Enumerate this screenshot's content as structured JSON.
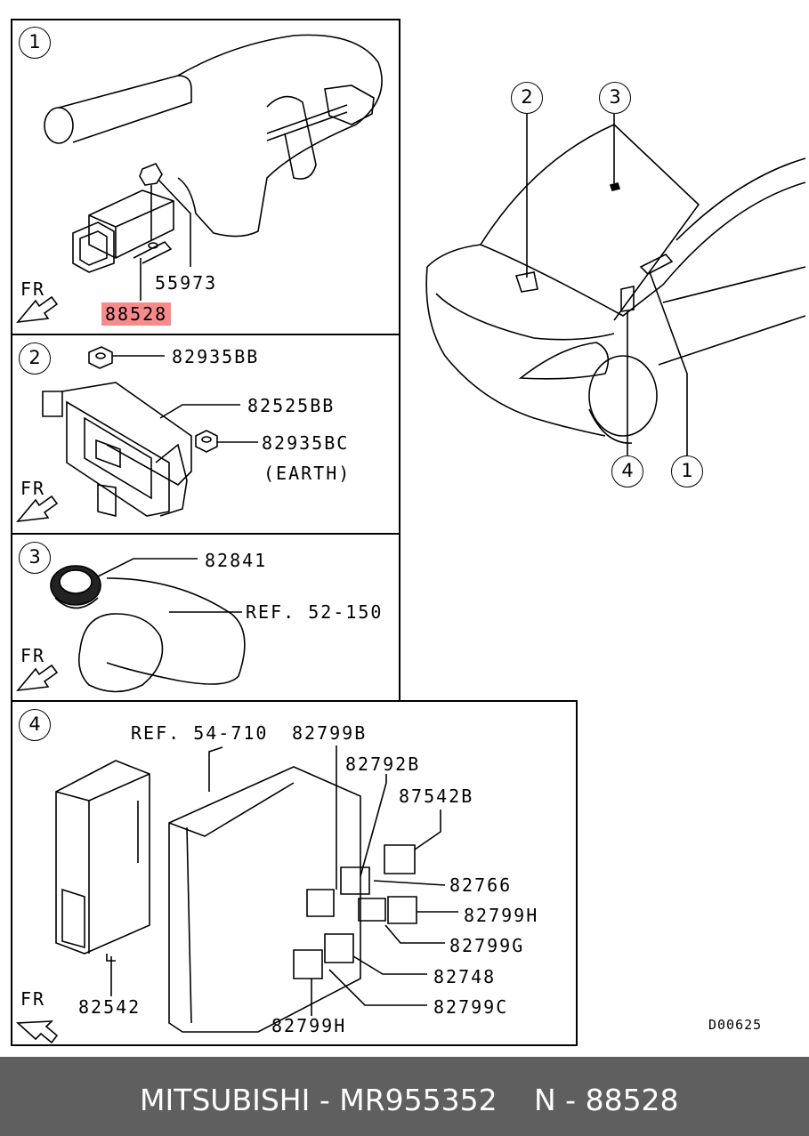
{
  "panels": [
    {
      "number": "1",
      "fr": "FR",
      "labels": [
        "55973",
        "88528"
      ]
    },
    {
      "number": "2",
      "fr": "FR",
      "labels": [
        "82935BB",
        "82525BB",
        "82935BC",
        "(EARTH)"
      ]
    },
    {
      "number": "3",
      "fr": "FR",
      "labels": [
        "82841",
        "REF. 52-150"
      ]
    },
    {
      "number": "4",
      "fr": "FR",
      "labels": [
        "REF. 54-710",
        "82799B",
        "82792B",
        "87542B",
        "82766",
        "82799H",
        "82799G",
        "82748",
        "82799C",
        "82799H",
        "82542"
      ]
    }
  ],
  "overview_callouts": [
    "2",
    "3",
    "4",
    "1"
  ],
  "diagram_code": "D00625",
  "highlight_color": "#f78b8b",
  "footer": {
    "brand": "MITSUBISHI - MR955352",
    "part": "N - 88528",
    "background": "#5f5f5f"
  }
}
